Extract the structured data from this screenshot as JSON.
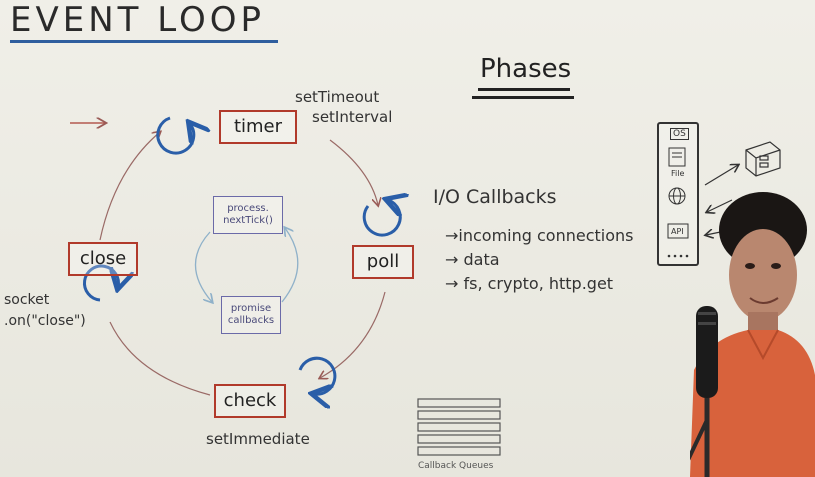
{
  "title": "EVENT LOOP",
  "phases_heading": "Phases",
  "phases": {
    "timer": "timer",
    "poll": "poll",
    "check": "check",
    "close": "close"
  },
  "micro": {
    "next_tick_line1": "process.",
    "next_tick_line2": "nextTick()",
    "promise_line1": "promise",
    "promise_line2": "callbacks"
  },
  "notes": {
    "timer_api_1": "setTimeout",
    "timer_api_2": "setInterval",
    "socket_line1": "socket",
    "socket_line2": ".on(\"close\")",
    "set_immediate": "setImmediate"
  },
  "io": {
    "heading": "I/O Callbacks",
    "items": [
      "→incoming connections",
      "→ data",
      "→ fs, crypto, http.get"
    ]
  },
  "queue_label": "Callback Queues",
  "server": {
    "top_label": "OS",
    "file_label": "File",
    "api_label": "API"
  },
  "colors": {
    "phase_box_border": "#b13a2b",
    "loop_arrow": "#2a5ea8",
    "title_underline": "#2f5e9e",
    "micro_box_border": "#6b6aa8"
  }
}
